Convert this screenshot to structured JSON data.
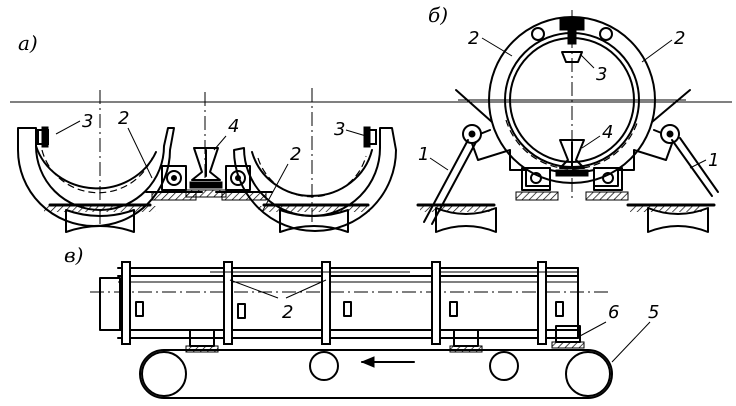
{
  "views": [
    {
      "id": "a",
      "label": "а)"
    },
    {
      "id": "b",
      "label": "б)"
    },
    {
      "id": "v",
      "label": "в)"
    }
  ],
  "callouts": {
    "a_left_3": "3",
    "a_left_2": "2",
    "a_center_4": "4",
    "a_right_2": "2",
    "a_right_3": "3",
    "b_left_2": "2",
    "b_right_2": "2",
    "b_top_3": "3",
    "b_center_4": "4",
    "b_left_1": "1",
    "b_right_1": "1",
    "v_2": "2",
    "v_6": "6",
    "v_5": "5"
  },
  "icons": {
    "hatch": "ground-hatch-pattern",
    "roller": "support-roller-icon",
    "pin": "pivot-pin-icon"
  }
}
